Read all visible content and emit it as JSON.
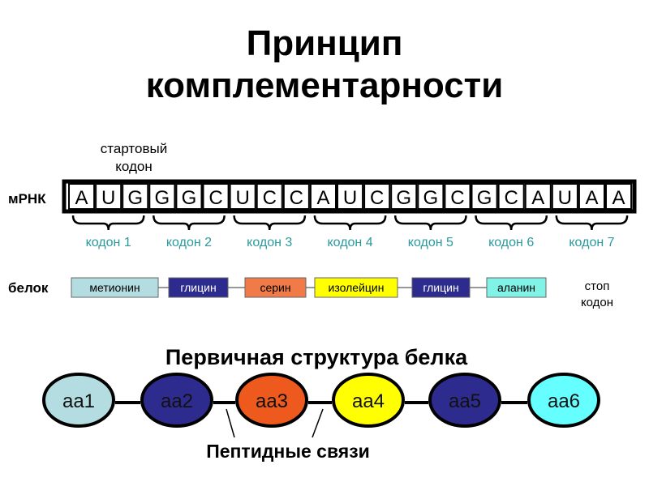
{
  "title": {
    "line1": "Принцип",
    "line2": "комплементарности"
  },
  "start_codon_label": {
    "line1": "стартовый",
    "line2": "кодон"
  },
  "mrna_label": "мРНК",
  "protein_label": "белок",
  "nucleotides": [
    "A",
    "U",
    "G",
    "G",
    "G",
    "C",
    "U",
    "C",
    "C",
    "A",
    "U",
    "C",
    "G",
    "G",
    "C",
    "G",
    "C",
    "A",
    "U",
    "A",
    "A"
  ],
  "codons": [
    "кодон 1",
    "кодон 2",
    "кодон 3",
    "кодон 4",
    "кодон 5",
    "кодон 6",
    "кодон 7"
  ],
  "amino_acids": [
    {
      "name": "метионин",
      "color": "#b3dde0",
      "text": "#000000"
    },
    {
      "name": "глицин",
      "color": "#2e2b8f",
      "text": "#ffffff"
    },
    {
      "name": "серин",
      "color": "#f07b48",
      "text": "#000000"
    },
    {
      "name": "изолейцин",
      "color": "#ffff00",
      "text": "#000000"
    },
    {
      "name": "глицин",
      "color": "#2e2b8f",
      "text": "#ffffff"
    },
    {
      "name": "аланин",
      "color": "#80f2e6",
      "text": "#000000"
    }
  ],
  "stop_codon": {
    "line1": "стоп",
    "line2": "кодон"
  },
  "primary_structure_title": "Первичная структура белка",
  "residues": [
    {
      "label": "aa1",
      "color": "#b3dde0"
    },
    {
      "label": "aa2",
      "color": "#2e2b8f"
    },
    {
      "label": "aa3",
      "color": "#ee5a1e"
    },
    {
      "label": "aa4",
      "color": "#ffff00"
    },
    {
      "label": "aa5",
      "color": "#2e2b8f"
    },
    {
      "label": "aa6",
      "color": "#66ffff"
    }
  ],
  "peptide_bonds_label": "Пептидные связи",
  "codon_color": "#2a9a9e"
}
